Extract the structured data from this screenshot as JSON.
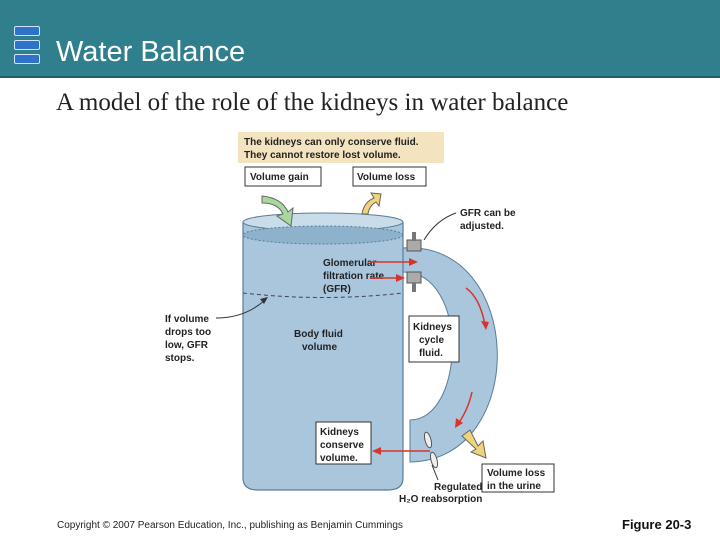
{
  "slide": {
    "title": "Water Balance",
    "subtitle": "A model of the role of the kidneys in water balance"
  },
  "diagram": {
    "note": [
      "The kidneys can only conserve fluid.",
      "They cannot restore lost volume."
    ],
    "volume_gain": "Volume gain",
    "volume_loss": "Volume loss",
    "gfr_adjusted": [
      "GFR can be",
      "adjusted."
    ],
    "glomerular": [
      "Glomerular",
      "filtration rate",
      "(GFR)"
    ],
    "if_volume": [
      "If volume",
      "drops too",
      "low, GFR",
      "stops."
    ],
    "body_fluid": [
      "Body fluid",
      "volume"
    ],
    "kidneys_cycle": [
      "Kidneys",
      "cycle",
      "fluid."
    ],
    "kidneys_conserve": [
      "Kidneys",
      "conserve",
      "volume."
    ],
    "regulated": [
      "Regulated",
      "H₂O reabsorption"
    ],
    "volume_loss_urine": [
      "Volume loss",
      "in the urine"
    ]
  },
  "footer": {
    "copyright": "Copyright © 2007 Pearson Education, Inc., publishing as Benjamin Cummings",
    "figure": "Figure 20-3"
  },
  "colors": {
    "header": "#2f7f8c",
    "fluid": "#a9c6dd",
    "note_bg": "#f3e3bf",
    "gain_arrow": "#a8d7a0",
    "loss_arrow": "#f1d37a",
    "red_arrow": "#d9342b"
  }
}
